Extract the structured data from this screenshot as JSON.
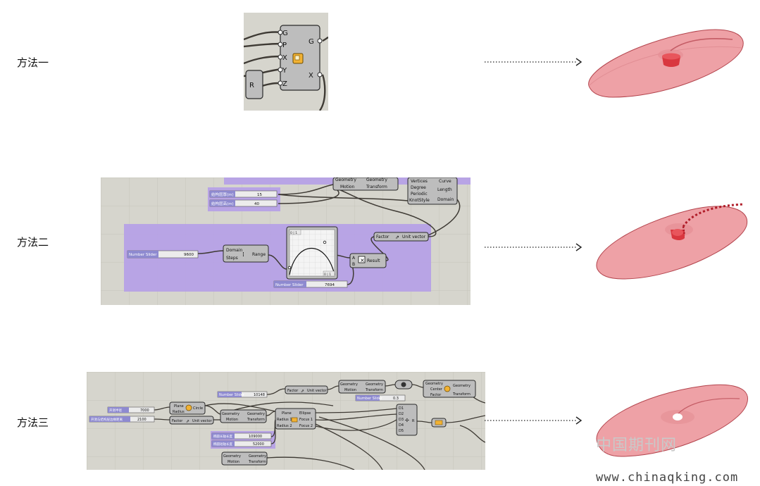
{
  "methods": [
    {
      "label": "方法一"
    },
    {
      "label": "方法二"
    },
    {
      "label": "方法三"
    }
  ],
  "panel1": {
    "inputs": [
      "G",
      "P",
      "X",
      "Y",
      "Z"
    ],
    "outputs": [
      "G",
      "X"
    ],
    "source_node": "R"
  },
  "panel2": {
    "top_sliders": [
      {
        "name": "结构层厚(m)",
        "value": "15"
      },
      {
        "name": "结构层高(m)",
        "value": "40"
      }
    ],
    "move": {
      "in1": "Geometry",
      "in2": "Motion",
      "out1": "Geometry",
      "out2": "Transform"
    },
    "curve": {
      "in1": "Vertices",
      "in2": "Degree",
      "in3": "Periodic",
      "in4": "KnotStyle",
      "out1": "Curve",
      "out2": "Length",
      "out3": "Domain"
    },
    "slider_a": {
      "name": "Number Slider",
      "value": "9600"
    },
    "range": {
      "in1": "Domain",
      "in2": "Steps",
      "out": "Range"
    },
    "graph": {
      "tl": "0 | 1",
      "br": "0 | 1"
    },
    "mult": {
      "in1": "A",
      "in2": "B",
      "out": "Result"
    },
    "unit": {
      "in": "Factor",
      "out": "Unit vector"
    },
    "slider_b": {
      "name": "Number Slider",
      "value": "7694"
    }
  },
  "panel3": {
    "slider_top": {
      "name": "Number Slider",
      "value": "10148"
    },
    "unit_top": {
      "in": "Factor",
      "out": "Unit vector"
    },
    "move_top": {
      "in1": "Geometry",
      "in2": "Motion",
      "out1": "Geometry",
      "out2": "Transform"
    },
    "slider_small": {
      "name": "Number Slider",
      "value": "0.3"
    },
    "scale": {
      "in1": "Geometry",
      "in2": "Center",
      "in3": "Factor",
      "out1": "Geometry",
      "out2": "Transform"
    },
    "slider_l1": {
      "name": "开洞半径",
      "value": "7000"
    },
    "slider_l2": {
      "name": "开洞与结构层边缘距离",
      "value": "2100"
    },
    "circle": {
      "in1": "Plane",
      "in2": "Radius",
      "out": "Circle"
    },
    "unit_left": {
      "in": "Factor",
      "out": "Unit vector"
    },
    "move_mid": {
      "in1": "Geometry",
      "in2": "Motion",
      "out1": "Geometry",
      "out2": "Transform"
    },
    "ellipse": {
      "in1": "Plane",
      "in2": "Radius 1",
      "in3": "Radius 2",
      "out1": "Ellipse",
      "out2": "Focus 1",
      "out3": "Focus 2"
    },
    "merge": {
      "inputs": [
        "D1",
        "D2",
        "D3",
        "D4",
        "D5"
      ],
      "out": "R"
    },
    "slider_m1": {
      "name": "椭圆长轴长度",
      "value": "109000"
    },
    "slider_m2": {
      "name": "椭圆短轴长度",
      "value": "52000"
    },
    "move_bot": {
      "in1": "Geometry",
      "in2": "Motion",
      "out1": "Geometry",
      "out2": "Transform"
    }
  },
  "colors": {
    "gh_canvas": "#d6d5cd",
    "gh_group": "#b59ee8",
    "gh_node": "#bdbdbd",
    "gh_node_dark": "#9a9a9a",
    "surface_fill": "#eea1a6",
    "surface_edge": "#b3444d",
    "arrow": "#222222"
  },
  "watermark": {
    "cn": "中国期刊网",
    "url": "www.chinaqking.com"
  }
}
